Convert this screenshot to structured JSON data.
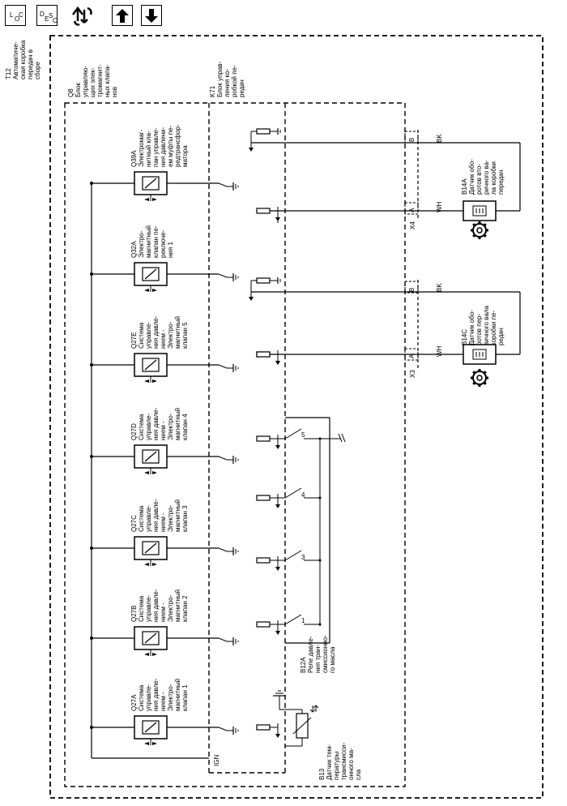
{
  "toolbar": {
    "loc_main": "L",
    "loc_sub": "O",
    "loc_sub2": "C",
    "desc_main": "D",
    "desc_sub": "E",
    "desc_s": "S",
    "desc_c": "C"
  },
  "module_t12": {
    "id": "T12",
    "name": [
      "Автоматиче-",
      "ская коробка",
      "передач в",
      "сборе"
    ]
  },
  "module_q8": {
    "id": "Q8",
    "name": [
      "Блок",
      "управляю-",
      "щих элек-",
      "тромагнит-",
      "ных клапа-",
      "нов"
    ]
  },
  "module_k71": {
    "id": "K71",
    "name": [
      "Блок управ-",
      "ления ко-",
      "робкой пе-",
      "редач"
    ]
  },
  "solenoids": [
    {
      "id": "Q39A",
      "name": [
        "Электромаг-",
        "нитный кла-",
        "пан управле-",
        "ния давлени-",
        "ем муфты пе-",
        "редтрансфор-",
        "матора"
      ]
    },
    {
      "id": "Q32A",
      "name": [
        "Электро-",
        "магнитный",
        "клапан пе-",
        "реключе-",
        "ния 1"
      ]
    },
    {
      "id": "Q27E",
      "name": [
        "Система",
        "управле-",
        "ния давле-",
        "нием -",
        "Электро-",
        "магнитный",
        "клапан 5"
      ]
    },
    {
      "id": "Q27D",
      "name": [
        "Система",
        "управле-",
        "ния давле-",
        "нием -",
        "Электро-",
        "магнитный",
        "клапан 4"
      ]
    },
    {
      "id": "Q27C",
      "name": [
        "Система",
        "управле-",
        "ния давле-",
        "нием -",
        "Электро-",
        "магнитный",
        "клапан 3"
      ]
    },
    {
      "id": "Q27B",
      "name": [
        "Система",
        "управле-",
        "ния давле-",
        "нием -",
        "Электро-",
        "магнитный",
        "клапан 2"
      ]
    },
    {
      "id": "Q27A",
      "name": [
        "Система",
        "управле-",
        "ния давле-",
        "нием -",
        "Электро-",
        "магнитный",
        "клапан 1"
      ]
    }
  ],
  "sensors": [
    {
      "id": "B14A",
      "name": [
        "Датчик обо-",
        "ротов вто-",
        "ричного ва-",
        "ла коробки",
        "передач"
      ]
    },
    {
      "id": "B14C",
      "name": [
        "Датчик обо-",
        "ротов пер-",
        "вичного вала",
        "коробки пе-",
        "редач"
      ]
    }
  ],
  "switch_b12a": {
    "id": "B12A",
    "name": [
      "Реле давле-",
      "ния тран-",
      "смиссионно-",
      "го масла"
    ]
  },
  "sensor_b13": {
    "id": "B13",
    "name": [
      "Датчик тем-",
      "пературы",
      "трансмисси-",
      "онного ма-",
      "сла"
    ]
  },
  "connectors": {
    "x4": "X4",
    "x3": "X3",
    "pin_a": "A",
    "pin_b": "B"
  },
  "wires": {
    "bk": "BK",
    "wh": "WH"
  },
  "pins": {
    "p5": "5",
    "p4": "4",
    "p3": "3",
    "p1": "1"
  },
  "ign": "IGN"
}
